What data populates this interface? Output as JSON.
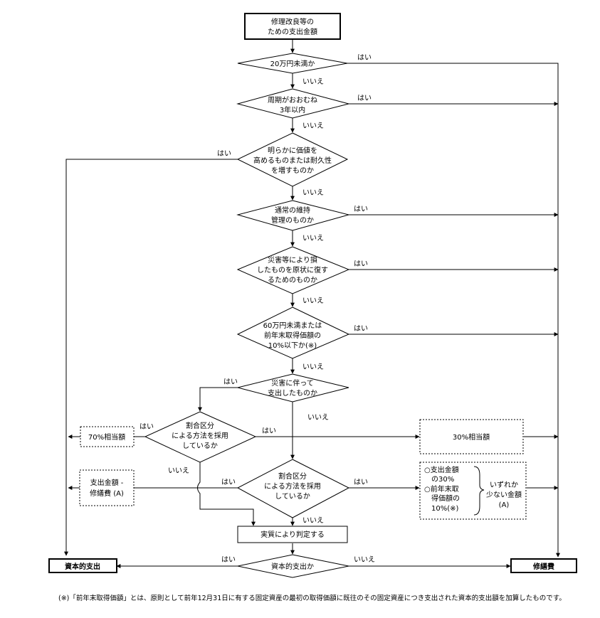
{
  "start": [
    "修理改良等の",
    "ための支出金額"
  ],
  "decisions": {
    "d1": [
      "20万円未満か"
    ],
    "d2": [
      "周期がおおむね",
      "3年以内"
    ],
    "d3": [
      "明らかに価値を",
      "高めるものまたは耐久性",
      "を増すものか"
    ],
    "d4": [
      "通常の維持",
      "管理のものか"
    ],
    "d5": [
      "災害等により損",
      "したものを原状に復す",
      "るためのものか"
    ],
    "d6": [
      "60万円未満または",
      "前年末取得価額の",
      "10%以下か(※)"
    ],
    "d7": [
      "災害に伴って",
      "支出したものか"
    ],
    "d8": [
      "割合区分",
      "による方法を採用",
      "しているか"
    ],
    "d9": [
      "割合区分",
      "による方法を採用",
      "しているか"
    ],
    "d10": [
      "資本的支出か"
    ]
  },
  "boxes": {
    "pct70": [
      "70%相当額"
    ],
    "pct30": [
      "30%相当額"
    ],
    "minus": [
      "支出金額 -",
      "修繕費 (A)"
    ],
    "either_left": [
      "○支出金額",
      "の30%",
      "○前年末取",
      "得価額の",
      "10%(※)"
    ],
    "either_right": [
      "いずれか",
      "少ない金額",
      "(A)"
    ],
    "judge": [
      "実質により判定する"
    ],
    "capital": [
      "資本的支出"
    ],
    "repair": [
      "修繕費"
    ]
  },
  "edge_labels": {
    "yes": "はい",
    "no": "いいえ"
  },
  "footnote": "(※)「前年末取得価額」とは、原則として前年12月31日に有する固定資産の最初の取得価額に既往のその固定資産につき支出された資本的支出額を加算したものです。"
}
